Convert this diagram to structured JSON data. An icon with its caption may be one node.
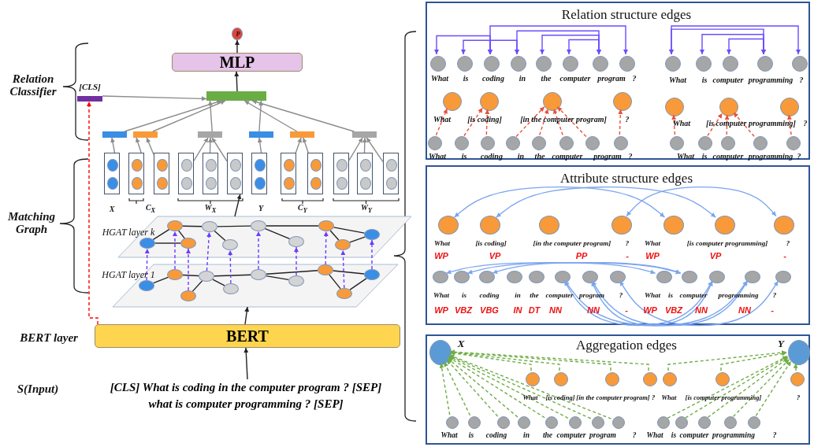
{
  "diagram": {
    "nodes": [
      {
        "text": [
          "P"
        ]
      },
      {
        "text": [
          "MLP"
        ]
      },
      {
        "text": [],
        "shape": "bar"
      },
      {
        "text": [
          "[CLS]"
        ]
      },
      {
        "text": [],
        "shape": "bar"
      },
      {
        "text": [],
        "shape": "bar"
      },
      {
        "text": [],
        "shape": "bar"
      },
      {
        "text": [],
        "shape": "bar"
      },
      {
        "text": [],
        "shape": "bar"
      },
      {
        "text": [],
        "shape": "bar"
      },
      {
        "text": [],
        "shape": "box"
      },
      {
        "text": [],
        "shape": "box"
      },
      {
        "text": [],
        "shape": "box"
      },
      {
        "text": [],
        "shape": "box"
      },
      {
        "text": [],
        "shape": "box"
      },
      {
        "text": [],
        "shape": "box"
      },
      {
        "text": [],
        "shape": "box"
      },
      {
        "text": [],
        "shape": "box"
      },
      {
        "text": [],
        "shape": "box"
      },
      {
        "text": [],
        "shape": "box"
      },
      {
        "text": [],
        "shape": "box"
      },
      {
        "text": [],
        "shape": "box"
      },
      {
        "text": [],
        "shape": "circle",
        "in": 10
      },
      {
        "text": [],
        "shape": "circle",
        "in": 10
      },
      {
        "text": [],
        "shape": "circle",
        "in": 11
      },
      {
        "text": [],
        "shape": "circle",
        "in": 11
      },
      {
        "text": [],
        "shape": "circle",
        "in": 12
      },
      {
        "text": [],
        "shape": "circle",
        "in": 12
      },
      {
        "text": [],
        "shape": "circle",
        "in": 13
      },
      {
        "text": [],
        "shape": "circle",
        "in": 13
      },
      {
        "text": [],
        "shape": "circle",
        "in": 14
      },
      {
        "text": [],
        "shape": "circle",
        "in": 14
      },
      {
        "text": [],
        "shape": "circle",
        "in": 15
      },
      {
        "text": [],
        "shape": "circle",
        "in": 15
      },
      {
        "text": [],
        "shape": "circle",
        "in": 16
      },
      {
        "text": [],
        "shape": "circle",
        "in": 16
      },
      {
        "text": [],
        "shape": "circle",
        "in": 17
      },
      {
        "text": [],
        "shape": "circle",
        "in": 17
      },
      {
        "text": [],
        "shape": "circle",
        "in": 18
      },
      {
        "text": [],
        "shape": "circle",
        "in": 18
      },
      {
        "text": [],
        "shape": "circle",
        "in": 19
      },
      {
        "text": [],
        "shape": "circle",
        "in": 19
      },
      {
        "text": [],
        "shape": "circle",
        "in": 20
      },
      {
        "text": [],
        "shape": "circle",
        "in": 20
      },
      {
        "text": [],
        "shape": "circle",
        "in": 21
      },
      {
        "text": [],
        "shape": "circle",
        "in": 21
      },
      {
        "text": [
          "HGAT layer k"
        ]
      },
      {
        "text": [],
        "shape": "circle",
        "in": 46
      },
      {
        "text": [],
        "shape": "circle",
        "in": 46
      },
      {
        "text": [],
        "shape": "circle",
        "in": 46
      },
      {
        "text": [],
        "shape": "circle",
        "in": 46
      },
      {
        "text": [],
        "shape": "circle",
        "in": 46
      },
      {
        "text": [],
        "shape": "circle",
        "in": 46
      },
      {
        "text": [],
        "shape": "circle",
        "in": 46
      },
      {
        "text": [],
        "shape": "circle",
        "in": 46
      },
      {
        "text": [],
        "shape": "circle",
        "in": 46
      },
      {
        "text": [],
        "shape": "circle",
        "in": 46
      },
      {
        "text": [
          "HGAT layer 1"
        ]
      },
      {
        "text": [],
        "shape": "circle",
        "in": 57
      },
      {
        "text": [],
        "shape": "circle",
        "in": 57
      },
      {
        "text": [],
        "shape": "circle",
        "in": 57
      },
      {
        "text": [],
        "shape": "circle",
        "in": 57
      },
      {
        "text": [],
        "shape": "circle",
        "in": 57
      },
      {
        "text": [],
        "shape": "circle",
        "in": 57
      },
      {
        "text": [],
        "shape": "circle",
        "in": 57
      },
      {
        "text": [],
        "shape": "circle",
        "in": 57
      },
      {
        "text": [],
        "shape": "circle",
        "in": 57
      },
      {
        "text": [],
        "shape": "circle",
        "in": 57
      },
      {
        "text": [
          "BERT"
        ]
      },
      {
        "text": [
          "[CLS] What is coding in the computer program ? [SEP] what is computer programming ? [SEP]"
        ]
      },
      {
        "text": [
          "Relation structure edges"
        ]
      },
      {
        "text": [
          "What"
        ],
        "in": 70
      },
      {
        "text": [
          "is"
        ],
        "in": 70
      },
      {
        "text": [
          "coding"
        ],
        "in": 70
      },
      {
        "text": [
          "in"
        ],
        "in": 70
      },
      {
        "text": [
          "the"
        ],
        "in": 70
      },
      {
        "text": [
          "computer"
        ],
        "in": 70
      },
      {
        "text": [
          "program"
        ],
        "in": 70
      },
      {
        "text": [
          "?"
        ],
        "in": 70
      },
      {
        "text": [
          "What"
        ],
        "in": 70
      },
      {
        "text": [
          "is"
        ],
        "in": 70
      },
      {
        "text": [
          "computer"
        ],
        "in": 70
      },
      {
        "text": [
          "programming"
        ],
        "in": 70
      },
      {
        "text": [
          "?"
        ],
        "in": 70
      },
      {
        "text": [
          "What"
        ],
        "in": 70
      },
      {
        "text": [
          "[is coding]"
        ],
        "in": 70
      },
      {
        "text": [
          "[in the computer program]"
        ],
        "in": 70
      },
      {
        "text": [
          "?"
        ],
        "in": 70
      },
      {
        "text": [
          "What"
        ],
        "in": 70
      },
      {
        "text": [
          "is"
        ],
        "in": 70
      },
      {
        "text": [
          "coding"
        ],
        "in": 70
      },
      {
        "text": [
          "in"
        ],
        "in": 70
      },
      {
        "text": [
          "the"
        ],
        "in": 70
      },
      {
        "text": [
          "computer"
        ],
        "in": 70
      },
      {
        "text": [
          "program"
        ],
        "in": 70
      },
      {
        "text": [
          "?"
        ],
        "in": 70
      },
      {
        "text": [
          "What"
        ],
        "in": 70
      },
      {
        "text": [
          "[is computer programming]"
        ],
        "in": 70
      },
      {
        "text": [
          "?"
        ],
        "in": 70
      },
      {
        "text": [
          "What"
        ],
        "in": 70
      },
      {
        "text": [
          "is"
        ],
        "in": 70
      },
      {
        "text": [
          "computer"
        ],
        "in": 70
      },
      {
        "text": [
          "programming"
        ],
        "in": 70
      },
      {
        "text": [
          "?"
        ],
        "in": 70
      },
      {
        "text": [
          "Attribute structure edges"
        ]
      },
      {
        "text": [
          "What",
          "WP"
        ],
        "in": 104
      },
      {
        "text": [
          "[is coding]",
          "VP"
        ],
        "in": 104
      },
      {
        "text": [
          "[in the computer program]",
          "PP"
        ],
        "in": 104
      },
      {
        "text": [
          "?",
          "-"
        ],
        "in": 104
      },
      {
        "text": [
          "What",
          "WP"
        ],
        "in": 104
      },
      {
        "text": [
          "[is computer programming]",
          "VP"
        ],
        "in": 104
      },
      {
        "text": [
          "?",
          "-"
        ],
        "in": 104
      },
      {
        "text": [
          "What",
          "WP"
        ],
        "in": 104
      },
      {
        "text": [
          "is",
          "VBZ"
        ],
        "in": 104
      },
      {
        "text": [
          "coding",
          "VBG"
        ],
        "in": 104
      },
      {
        "text": [
          "in",
          "IN"
        ],
        "in": 104
      },
      {
        "text": [
          "the",
          "DT"
        ],
        "in": 104
      },
      {
        "text": [
          "computer",
          "NN"
        ],
        "in": 104
      },
      {
        "text": [
          "program",
          "NN"
        ],
        "in": 104
      },
      {
        "text": [
          "?",
          "-"
        ],
        "in": 104
      },
      {
        "text": [
          "What",
          "WP"
        ],
        "in": 104
      },
      {
        "text": [
          "is",
          "VBZ"
        ],
        "in": 104
      },
      {
        "text": [
          "computer",
          "NN"
        ],
        "in": 104
      },
      {
        "text": [
          "programming",
          "NN"
        ],
        "in": 104
      },
      {
        "text": [
          "?",
          "-"
        ],
        "in": 104
      },
      {
        "text": [
          "Aggregation edges"
        ]
      },
      {
        "text": [
          "X"
        ],
        "in": 125
      },
      {
        "text": [
          "Y"
        ],
        "in": 125
      },
      {
        "text": [
          "What"
        ],
        "in": 125
      },
      {
        "text": [
          "[is coding]"
        ],
        "in": 125
      },
      {
        "text": [
          "[in the computer program]"
        ],
        "in": 125
      },
      {
        "text": [
          "?"
        ],
        "in": 125
      },
      {
        "text": [
          "What"
        ],
        "in": 125
      },
      {
        "text": [
          "[is computer programming]"
        ],
        "in": 125
      },
      {
        "text": [
          "?"
        ],
        "in": 125
      },
      {
        "text": [
          "What"
        ],
        "in": 125
      },
      {
        "text": [
          "is"
        ],
        "in": 125
      },
      {
        "text": [
          "coding"
        ],
        "in": 125
      },
      {
        "text": [
          "in"
        ],
        "in": 125
      },
      {
        "text": [
          "the"
        ],
        "in": 125
      },
      {
        "text": [
          "computer"
        ],
        "in": 125
      },
      {
        "text": [
          "program"
        ],
        "in": 125
      },
      {
        "text": [
          "?"
        ],
        "in": 125
      },
      {
        "text": [
          "What"
        ],
        "in": 125
      },
      {
        "text": [
          "is"
        ],
        "in": 125
      },
      {
        "text": [
          "computer"
        ],
        "in": 125
      },
      {
        "text": [
          "programming"
        ],
        "in": 125
      },
      {
        "text": [
          "?"
        ],
        "in": 125
      }
    ],
    "edges": [
      {
        "from": 1,
        "to": 0,
        "arrow": "to"
      },
      {
        "from": 2,
        "to": 1,
        "arrow": "to"
      },
      {
        "from": 3,
        "to": 2,
        "arrow": "to",
        "color": "#8c8c8c"
      },
      {
        "from": 4,
        "to": 2,
        "arrow": "to",
        "color": "#8c8c8c"
      },
      {
        "from": 5,
        "to": 2,
        "arrow": "to",
        "color": "#8c8c8c"
      },
      {
        "from": 6,
        "to": 2,
        "arrow": "to",
        "color": "#8c8c8c"
      },
      {
        "from": 7,
        "to": 2,
        "arrow": "to",
        "color": "#8c8c8c"
      },
      {
        "from": 8,
        "to": 2,
        "arrow": "to",
        "color": "#8c8c8c"
      },
      {
        "from": 9,
        "to": 2,
        "arrow": "to",
        "color": "#8c8c8c"
      },
      {
        "from": 10,
        "to": 4,
        "arrow": "to",
        "color": "#8c8c8c"
      },
      {
        "from": 11,
        "to": 5,
        "arrow": "to",
        "color": "#8c8c8c"
      },
      {
        "from": 12,
        "to": 5,
        "arrow": "to",
        "color": "#8c8c8c"
      },
      {
        "from": 13,
        "to": 6,
        "arrow": "to",
        "color": "#8c8c8c"
      },
      {
        "from": 14,
        "to": 6,
        "arrow": "to",
        "color": "#8c8c8c"
      },
      {
        "from": 15,
        "to": 6,
        "arrow": "to",
        "color": "#8c8c8c"
      },
      {
        "from": 16,
        "to": 7,
        "arrow": "to",
        "color": "#8c8c8c"
      },
      {
        "from": 17,
        "to": 8,
        "arrow": "to",
        "color": "#8c8c8c"
      },
      {
        "from": 18,
        "to": 8,
        "arrow": "to",
        "color": "#8c8c8c"
      },
      {
        "from": 19,
        "to": 9,
        "arrow": "to",
        "color": "#8c8c8c"
      },
      {
        "from": 20,
        "to": 9,
        "arrow": "to",
        "color": "#8c8c8c"
      },
      {
        "from": 21,
        "to": 9,
        "arrow": "to",
        "color": "#8c8c8c"
      },
      {
        "from": 46,
        "to": 15,
        "arrow": "to"
      },
      {
        "from": 68,
        "to": 57,
        "arrow": "to"
      },
      {
        "from": 69,
        "to": 68,
        "arrow": "to"
      },
      {
        "from": 68,
        "to": 3,
        "arrow": "to",
        "style": "dashed",
        "color": "#ff0000"
      },
      {
        "from": 47,
        "to": 48,
        "arrow": "none"
      },
      {
        "from": 47,
        "to": 49,
        "arrow": "none"
      },
      {
        "from": 48,
        "to": 49,
        "arrow": "none"
      },
      {
        "from": 48,
        "to": 50,
        "arrow": "none"
      },
      {
        "from": 50,
        "to": 51,
        "arrow": "none"
      },
      {
        "from": 50,
        "to": 52,
        "arrow": "none"
      },
      {
        "from": 52,
        "to": 53,
        "arrow": "none"
      },
      {
        "from": 52,
        "to": 54,
        "arrow": "none"
      },
      {
        "from": 54,
        "to": 55,
        "arrow": "none"
      },
      {
        "from": 54,
        "to": 56,
        "arrow": "none"
      },
      {
        "from": 55,
        "to": 56,
        "arrow": "none"
      },
      {
        "from": 58,
        "to": 59,
        "arrow": "none"
      },
      {
        "from": 59,
        "to": 61,
        "arrow": "none"
      },
      {
        "from": 60,
        "to": 61,
        "arrow": "none"
      },
      {
        "from": 61,
        "to": 62,
        "arrow": "none"
      },
      {
        "from": 61,
        "to": 63,
        "arrow": "none"
      },
      {
        "from": 63,
        "to": 64,
        "arrow": "none"
      },
      {
        "from": 63,
        "to": 65,
        "arrow": "none"
      },
      {
        "from": 65,
        "to": 66,
        "arrow": "none"
      },
      {
        "from": 65,
        "to": 67,
        "arrow": "none"
      },
      {
        "from": 66,
        "to": 67,
        "arrow": "none"
      },
      {
        "from": 58,
        "to": 47,
        "arrow": "to",
        "style": "dashed",
        "color": "#6b3cff"
      },
      {
        "from": 59,
        "to": 48,
        "arrow": "to",
        "style": "dashed",
        "color": "#6b3cff"
      },
      {
        "from": 60,
        "to": 49,
        "arrow": "to",
        "style": "dashed",
        "color": "#6b3cff"
      },
      {
        "from": 61,
        "to": 50,
        "arrow": "to",
        "style": "dashed",
        "color": "#6b3cff"
      },
      {
        "from": 62,
        "to": 51,
        "arrow": "to",
        "style": "dashed",
        "color": "#6b3cff"
      },
      {
        "from": 63,
        "to": 52,
        "arrow": "to",
        "style": "dashed",
        "color": "#6b3cff"
      },
      {
        "from": 64,
        "to": 53,
        "arrow": "to",
        "style": "dashed",
        "color": "#6b3cff"
      },
      {
        "from": 65,
        "to": 54,
        "arrow": "to",
        "style": "dashed",
        "color": "#6b3cff"
      },
      {
        "from": 66,
        "to": 55,
        "arrow": "to",
        "style": "dashed",
        "color": "#6b3cff"
      },
      {
        "from": 67,
        "to": 56,
        "arrow": "to",
        "style": "dashed",
        "color": "#6b3cff"
      },
      {
        "from": 73,
        "to": 71,
        "arrow": "both",
        "color": "#6a4cff"
      },
      {
        "from": 73,
        "to": 72,
        "arrow": "both",
        "color": "#6a4cff"
      },
      {
        "from": 73,
        "to": 74,
        "arrow": "both",
        "color": "#6a4cff"
      },
      {
        "from": 73,
        "to": 78,
        "arrow": "both",
        "color": "#6a4cff"
      },
      {
        "from": 74,
        "to": 77,
        "arrow": "both",
        "color": "#6a4cff"
      },
      {
        "from": 77,
        "to": 75,
        "arrow": "both",
        "color": "#6a4cff"
      },
      {
        "from": 77,
        "to": 76,
        "arrow": "both",
        "color": "#6a4cff"
      },
      {
        "from": 79,
        "to": 83,
        "arrow": "both",
        "color": "#6a4cff"
      },
      {
        "from": 82,
        "to": 79,
        "arrow": "both",
        "color": "#6a4cff"
      },
      {
        "from": 82,
        "to": 80,
        "arrow": "both",
        "color": "#6a4cff"
      },
      {
        "from": 82,
        "to": 81,
        "arrow": "both",
        "color": "#6a4cff"
      },
      {
        "from": 88,
        "to": 84,
        "arrow": "to",
        "style": "dashed",
        "color": "#e8503a"
      },
      {
        "from": 89,
        "to": 85,
        "arrow": "to",
        "style": "dashed",
        "color": "#e8503a"
      },
      {
        "from": 90,
        "to": 85,
        "arrow": "to",
        "style": "dashed",
        "color": "#e8503a"
      },
      {
        "from": 91,
        "to": 86,
        "arrow": "to",
        "style": "dashed",
        "color": "#e8503a"
      },
      {
        "from": 92,
        "to": 86,
        "arrow": "to",
        "style": "dashed",
        "color": "#e8503a"
      },
      {
        "from": 93,
        "to": 86,
        "arrow": "to",
        "style": "dashed",
        "color": "#e8503a"
      },
      {
        "from": 94,
        "to": 86,
        "arrow": "to",
        "style": "dashed",
        "color": "#e8503a"
      },
      {
        "from": 95,
        "to": 87,
        "arrow": "to",
        "style": "dashed",
        "color": "#e8503a"
      },
      {
        "from": 99,
        "to": 96,
        "arrow": "to",
        "style": "dashed",
        "color": "#e8503a"
      },
      {
        "from": 100,
        "to": 97,
        "arrow": "to",
        "style": "dashed",
        "color": "#e8503a"
      },
      {
        "from": 101,
        "to": 97,
        "arrow": "to",
        "style": "dashed",
        "color": "#e8503a"
      },
      {
        "from": 102,
        "to": 97,
        "arrow": "to",
        "style": "dashed",
        "color": "#e8503a"
      },
      {
        "from": 103,
        "to": 98,
        "arrow": "to",
        "style": "dashed",
        "color": "#e8503a"
      },
      {
        "from": 105,
        "to": 109,
        "arrow": "both",
        "color": "#7aa5f0"
      },
      {
        "from": 106,
        "to": 110,
        "arrow": "both",
        "color": "#7aa5f0"
      },
      {
        "from": 108,
        "to": 111,
        "arrow": "both",
        "color": "#7aa5f0"
      },
      {
        "from": 112,
        "to": 120,
        "arrow": "both",
        "color": "#7aa5f0"
      },
      {
        "from": 113,
        "to": 121,
        "arrow": "both",
        "color": "#7aa5f0"
      },
      {
        "from": 114,
        "to": 121,
        "arrow": "both",
        "color": "#7aa5f0"
      },
      {
        "from": 117,
        "to": 122,
        "arrow": "both",
        "color": "#7aa5f0"
      },
      {
        "from": 117,
        "to": 123,
        "arrow": "both",
        "color": "#7aa5f0"
      },
      {
        "from": 118,
        "to": 122,
        "arrow": "both",
        "color": "#7aa5f0"
      },
      {
        "from": 118,
        "to": 123,
        "arrow": "both",
        "color": "#7aa5f0"
      },
      {
        "from": 119,
        "to": 124,
        "arrow": "both",
        "color": "#7aa5f0"
      },
      {
        "from": 128,
        "to": 126,
        "arrow": "to",
        "style": "dashed",
        "color": "#70ad47"
      },
      {
        "from": 129,
        "to": 126,
        "arrow": "to",
        "style": "dashed",
        "color": "#70ad47"
      },
      {
        "from": 130,
        "to": 126,
        "arrow": "to",
        "style": "dashed",
        "color": "#70ad47"
      },
      {
        "from": 131,
        "to": 126,
        "arrow": "to",
        "style": "dashed",
        "color": "#70ad47"
      },
      {
        "from": 135,
        "to": 126,
        "arrow": "to",
        "style": "dashed",
        "color": "#70ad47"
      },
      {
        "from": 136,
        "to": 126,
        "arrow": "to",
        "style": "dashed",
        "color": "#70ad47"
      },
      {
        "from": 137,
        "to": 126,
        "arrow": "to",
        "style": "dashed",
        "color": "#70ad47"
      },
      {
        "from": 138,
        "to": 126,
        "arrow": "to",
        "style": "dashed",
        "color": "#70ad47"
      },
      {
        "from": 139,
        "to": 126,
        "arrow": "to",
        "style": "dashed",
        "color": "#70ad47"
      },
      {
        "from": 140,
        "to": 126,
        "arrow": "to",
        "style": "dashed",
        "color": "#70ad47"
      },
      {
        "from": 141,
        "to": 126,
        "arrow": "to",
        "style": "dashed",
        "color": "#70ad47"
      },
      {
        "from": 142,
        "to": 126,
        "arrow": "to",
        "style": "dashed",
        "color": "#70ad47"
      },
      {
        "from": 132,
        "to": 127,
        "arrow": "to",
        "style": "dashed",
        "color": "#70ad47"
      },
      {
        "from": 133,
        "to": 127,
        "arrow": "to",
        "style": "dashed",
        "color": "#70ad47"
      },
      {
        "from": 134,
        "to": 127,
        "arrow": "to",
        "style": "dashed",
        "color": "#70ad47"
      },
      {
        "from": 143,
        "to": 127,
        "arrow": "to",
        "style": "dashed",
        "color": "#70ad47"
      },
      {
        "from": 144,
        "to": 127,
        "arrow": "to",
        "style": "dashed",
        "color": "#70ad47"
      },
      {
        "from": 145,
        "to": 127,
        "arrow": "to",
        "style": "dashed",
        "color": "#70ad47"
      },
      {
        "from": 146,
        "to": 127,
        "arrow": "to",
        "style": "dashed",
        "color": "#70ad47"
      },
      {
        "from": 147,
        "to": 127,
        "arrow": "to",
        "style": "dashed",
        "color": "#70ad47"
      }
    ],
    "labels": [
      "Relation Classifier",
      "Matching Graph",
      "BERT layer",
      "S(Input)",
      "X",
      "C$_{X}$",
      "W$_{X}$",
      "Y",
      "C$_{Y}$",
      "W$_{Y}$"
    ]
  }
}
